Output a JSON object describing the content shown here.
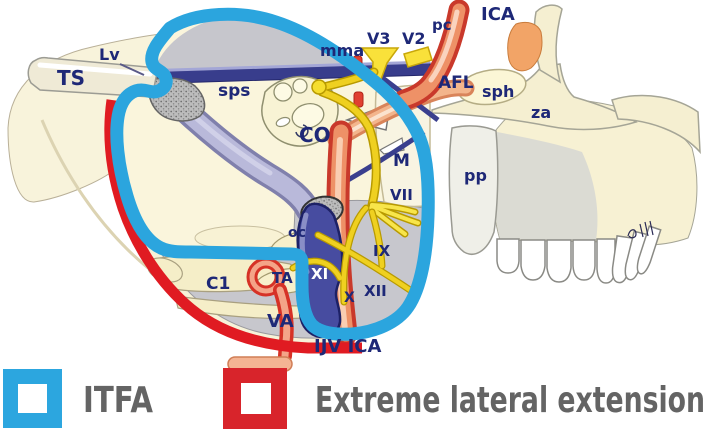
{
  "figure": {
    "anatomy_labels": {
      "ts": "TS",
      "lv": "Lv",
      "sps": "sps",
      "mma": "mma",
      "v3": "V3",
      "v2": "V2",
      "pc": "pc",
      "ica_top": "ICA",
      "afl": "AFL",
      "sph": "sph",
      "za": "za",
      "pp": "pp",
      "co": "CO",
      "m": "M",
      "vii": "VII",
      "ix": "IX",
      "xi": "XI",
      "x": "X",
      "xii": "XII",
      "oc": "oc",
      "c1": "C1",
      "ta": "TA",
      "va": "VA",
      "ijv_ica": "IJV ICA"
    },
    "colors": {
      "itfa_outline": "#2BA5DE",
      "extension_outline": "#E01B22",
      "label_text": "#1E2877",
      "artery_red": "#C9392B",
      "vein_navy": "#474CA0",
      "nerve_yellow": "#EFD020",
      "sinus_lavender": "#B9B9DA",
      "bone_cream": "#F8F3DB"
    }
  },
  "legend": {
    "items": [
      {
        "label": "ITFA",
        "color": "#2CA6DF"
      },
      {
        "label": "Extreme lateral extension",
        "color": "#D8242B"
      }
    ]
  }
}
